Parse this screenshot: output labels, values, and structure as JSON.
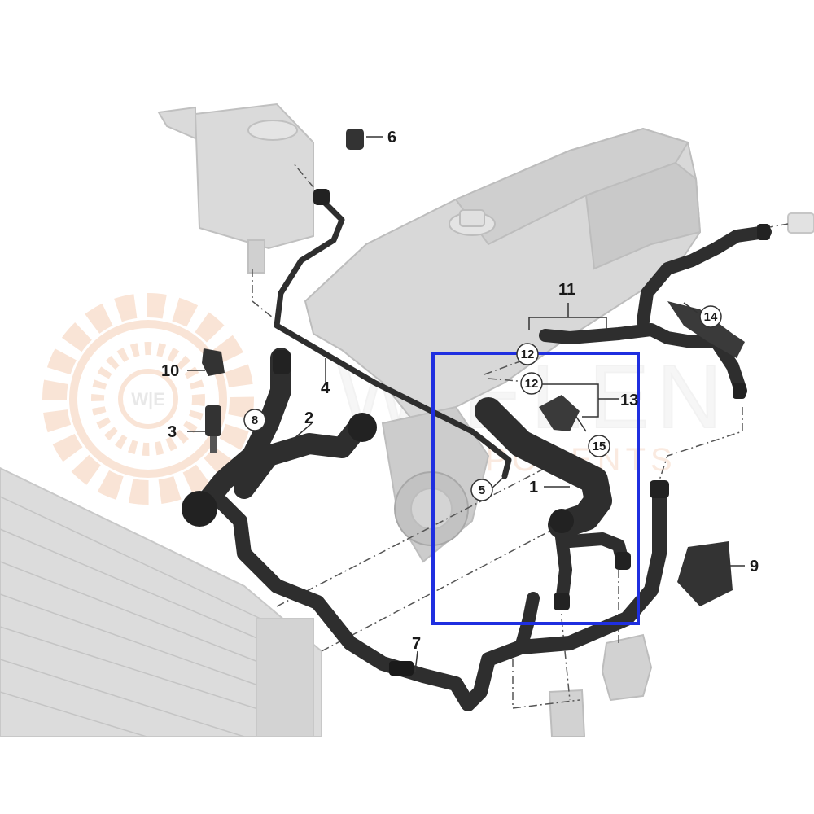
{
  "diagram": {
    "part_labels": [
      "1",
      "2",
      "3",
      "4",
      "6",
      "7",
      "9",
      "10",
      "11",
      "13"
    ],
    "circled_labels": [
      "5",
      "8",
      "12",
      "12",
      "14",
      "15"
    ],
    "highlight_color": "#1f2fe0",
    "hose_color": "#2b2b2b",
    "ghost_part_color": "#d6d6d6"
  },
  "watermark": {
    "line1": "WIELEN",
    "line2": "COMPONENTS",
    "badge": "W|E",
    "accent_color": "#f0b48c"
  }
}
